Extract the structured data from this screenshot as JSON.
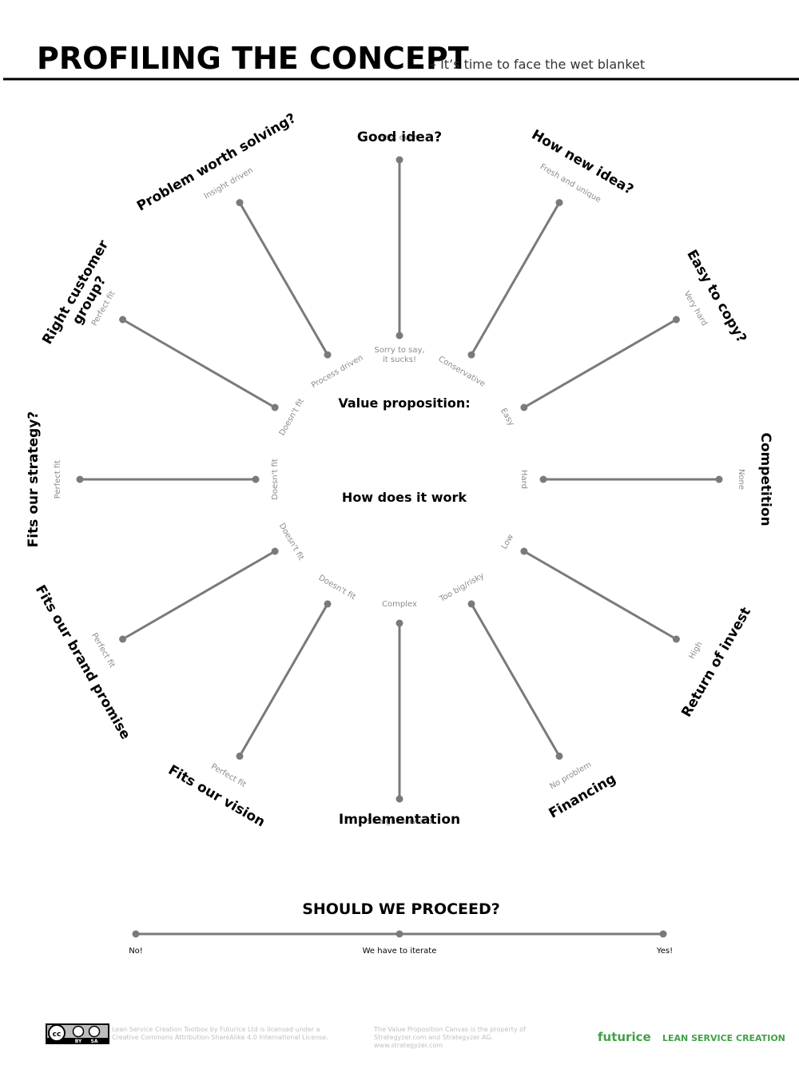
{
  "header": {
    "title": "PROFILING THE CONCEPT",
    "subtitle": "– It’s time to face the wet blanket"
  },
  "center": {
    "value_prop": "Value proposition:",
    "how": "How does it work"
  },
  "axes": [
    {
      "title": "Good idea?",
      "outer": "Best ever!",
      "inner": "Sorry to say,|it sucks!"
    },
    {
      "title": "How new idea?",
      "outer": "Fresh and unique",
      "inner": "Conservative"
    },
    {
      "title": "Easy to copy?",
      "outer": "Very hard",
      "inner": "Easy"
    },
    {
      "title": "Competition",
      "outer": "None",
      "inner": "Hard"
    },
    {
      "title": "Return of invest",
      "outer": "High",
      "inner": "Low"
    },
    {
      "title": "Financing",
      "outer": "No problem",
      "inner": "Too big/risky"
    },
    {
      "title": "Implementation",
      "outer": "Straight forward",
      "inner": "Complex"
    },
    {
      "title": "Fits our vision",
      "outer": "Perfect fit",
      "inner": "Doesn't fit"
    },
    {
      "title": "Fits our brand promise",
      "outer": "Perfect fit",
      "inner": "Doesn't fit"
    },
    {
      "title": "Fits our strategy?",
      "outer": "Perfect fit",
      "inner": "Doesn't fit"
    },
    {
      "title": "Right customer|group?",
      "outer": "Perfect fit",
      "inner": "Doesn't fit"
    },
    {
      "title": "Problem worth solving?",
      "outer": "Insight driven",
      "inner": "Process driven"
    }
  ],
  "proceed": {
    "title": "SHOULD WE PROCEED?",
    "left": "No!",
    "middle": "We have to iterate",
    "right": "Yes!"
  },
  "footer": {
    "license_text": "Lean Service Creation Toolbox by Futurice Ltd is licensed under a|Creative Commons Attribution-ShareAlike 4.0 International License.",
    "vpc_text": "The Value Proposition Canvas is the property of|Strategyzer.com and Strategyzer AG.|www.strategyzer.com",
    "brand": "futurice",
    "product": "LEAN SERVICE CREATION",
    "cc_by": "BY",
    "cc_sa": "SA",
    "cc": "cc"
  },
  "colors": {
    "line": "#7a7a7a",
    "label": "#8c8c8c",
    "brand": "#43a047"
  }
}
